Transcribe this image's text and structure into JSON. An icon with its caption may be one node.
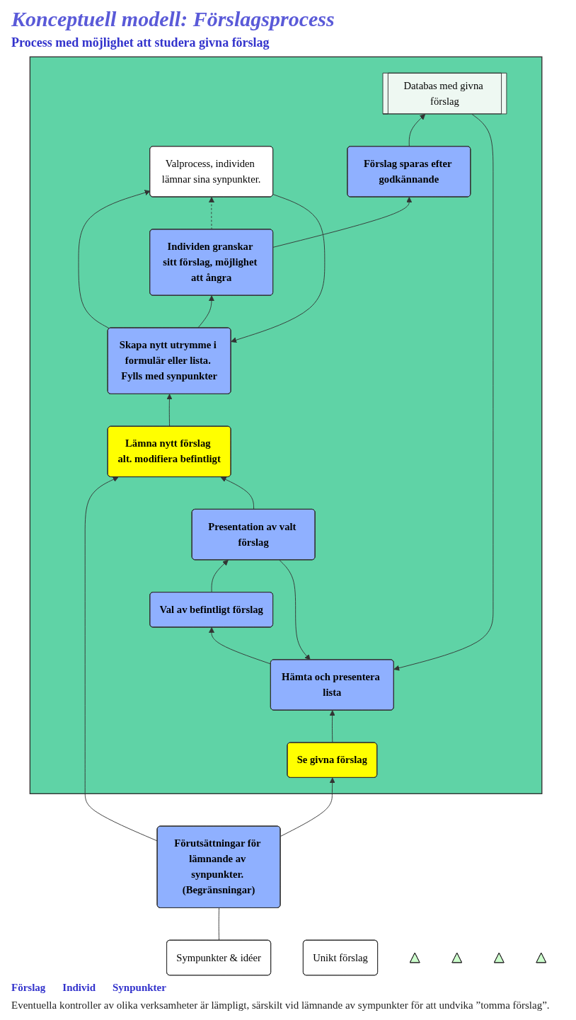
{
  "diagram": {
    "title": "Konceptuell modell: Förslagsprocess",
    "nodes": [
      {
        "text": [
          "Sympunkter & idéer"
        ]
      },
      {
        "text": [],
        "shape": "pentagon"
      },
      {
        "text": [
          "Förutsättningar för lämnande av synpunkter. (Begränsningar)"
        ]
      },
      {
        "text": [
          "Se givna förslag"
        ],
        "in": 1
      },
      {
        "text": [
          "Lämna nytt förslag alt. modifiera befintligt"
        ],
        "in": 1
      },
      {
        "text": [
          "Hämta och presentera lista"
        ],
        "in": 1
      },
      {
        "text": [
          "Databas med givna förslag"
        ],
        "in": 1
      },
      {
        "text": [
          "Val av befintligt förslag"
        ],
        "in": 1
      },
      {
        "text": [
          "Presentation av valt förslag"
        ],
        "in": 1
      },
      {
        "text": [
          "Skapa nytt utrymme i formulär eller lista. Fylls med synpunkter"
        ],
        "in": 1
      },
      {
        "text": [
          "Valprocess, individen lämnar sina synpunkter."
        ],
        "in": 1
      },
      {
        "text": [
          "Individen granskar sitt förslag, möjlighet att ångra"
        ],
        "in": 1
      },
      {
        "text": [
          "Förslag sparas efter godkännande"
        ],
        "in": 1
      },
      {
        "text": [
          "Unikt förslag"
        ]
      },
      {
        "text": [],
        "shape": "triangle"
      },
      {
        "text": [],
        "shape": "triangle"
      },
      {
        "text": [],
        "shape": "triangle"
      },
      {
        "text": [],
        "shape": "triangle"
      }
    ],
    "edges": [
      {
        "from": 0,
        "to": 2,
        "arrow": "none"
      },
      {
        "from": 2,
        "to": 3,
        "arrow": "to"
      },
      {
        "from": 2,
        "to": 4,
        "arrow": "to"
      },
      {
        "from": 3,
        "to": 5,
        "arrow": "to"
      },
      {
        "from": 6,
        "to": 5,
        "arrow": "to"
      },
      {
        "from": 5,
        "to": 7,
        "arrow": "to"
      },
      {
        "from": 7,
        "to": 8,
        "arrow": "to"
      },
      {
        "from": 8,
        "to": 5,
        "arrow": "to"
      },
      {
        "from": 8,
        "to": 4,
        "arrow": "to"
      },
      {
        "from": 4,
        "to": 9,
        "arrow": "to"
      },
      {
        "from": 9,
        "to": 10,
        "arrow": "to"
      },
      {
        "from": 10,
        "to": 9,
        "arrow": "to"
      },
      {
        "from": 9,
        "to": 11,
        "arrow": "to"
      },
      {
        "from": 11,
        "to": 12,
        "arrow": "to"
      },
      {
        "from": 12,
        "to": 6,
        "arrow": "to"
      },
      {
        "from": 11,
        "to": 10,
        "arrow": "to",
        "style": "dashed"
      }
    ],
    "labels": [
      "Process med möjlighet att studera givna förslag",
      "Förslag",
      "Individ",
      "Synpunkter",
      "Eventuella kontroller av olika verksamheter är lämpligt, särskilt vid lämnande av sympunkter för att undvika ”tomma förslag”."
    ]
  }
}
